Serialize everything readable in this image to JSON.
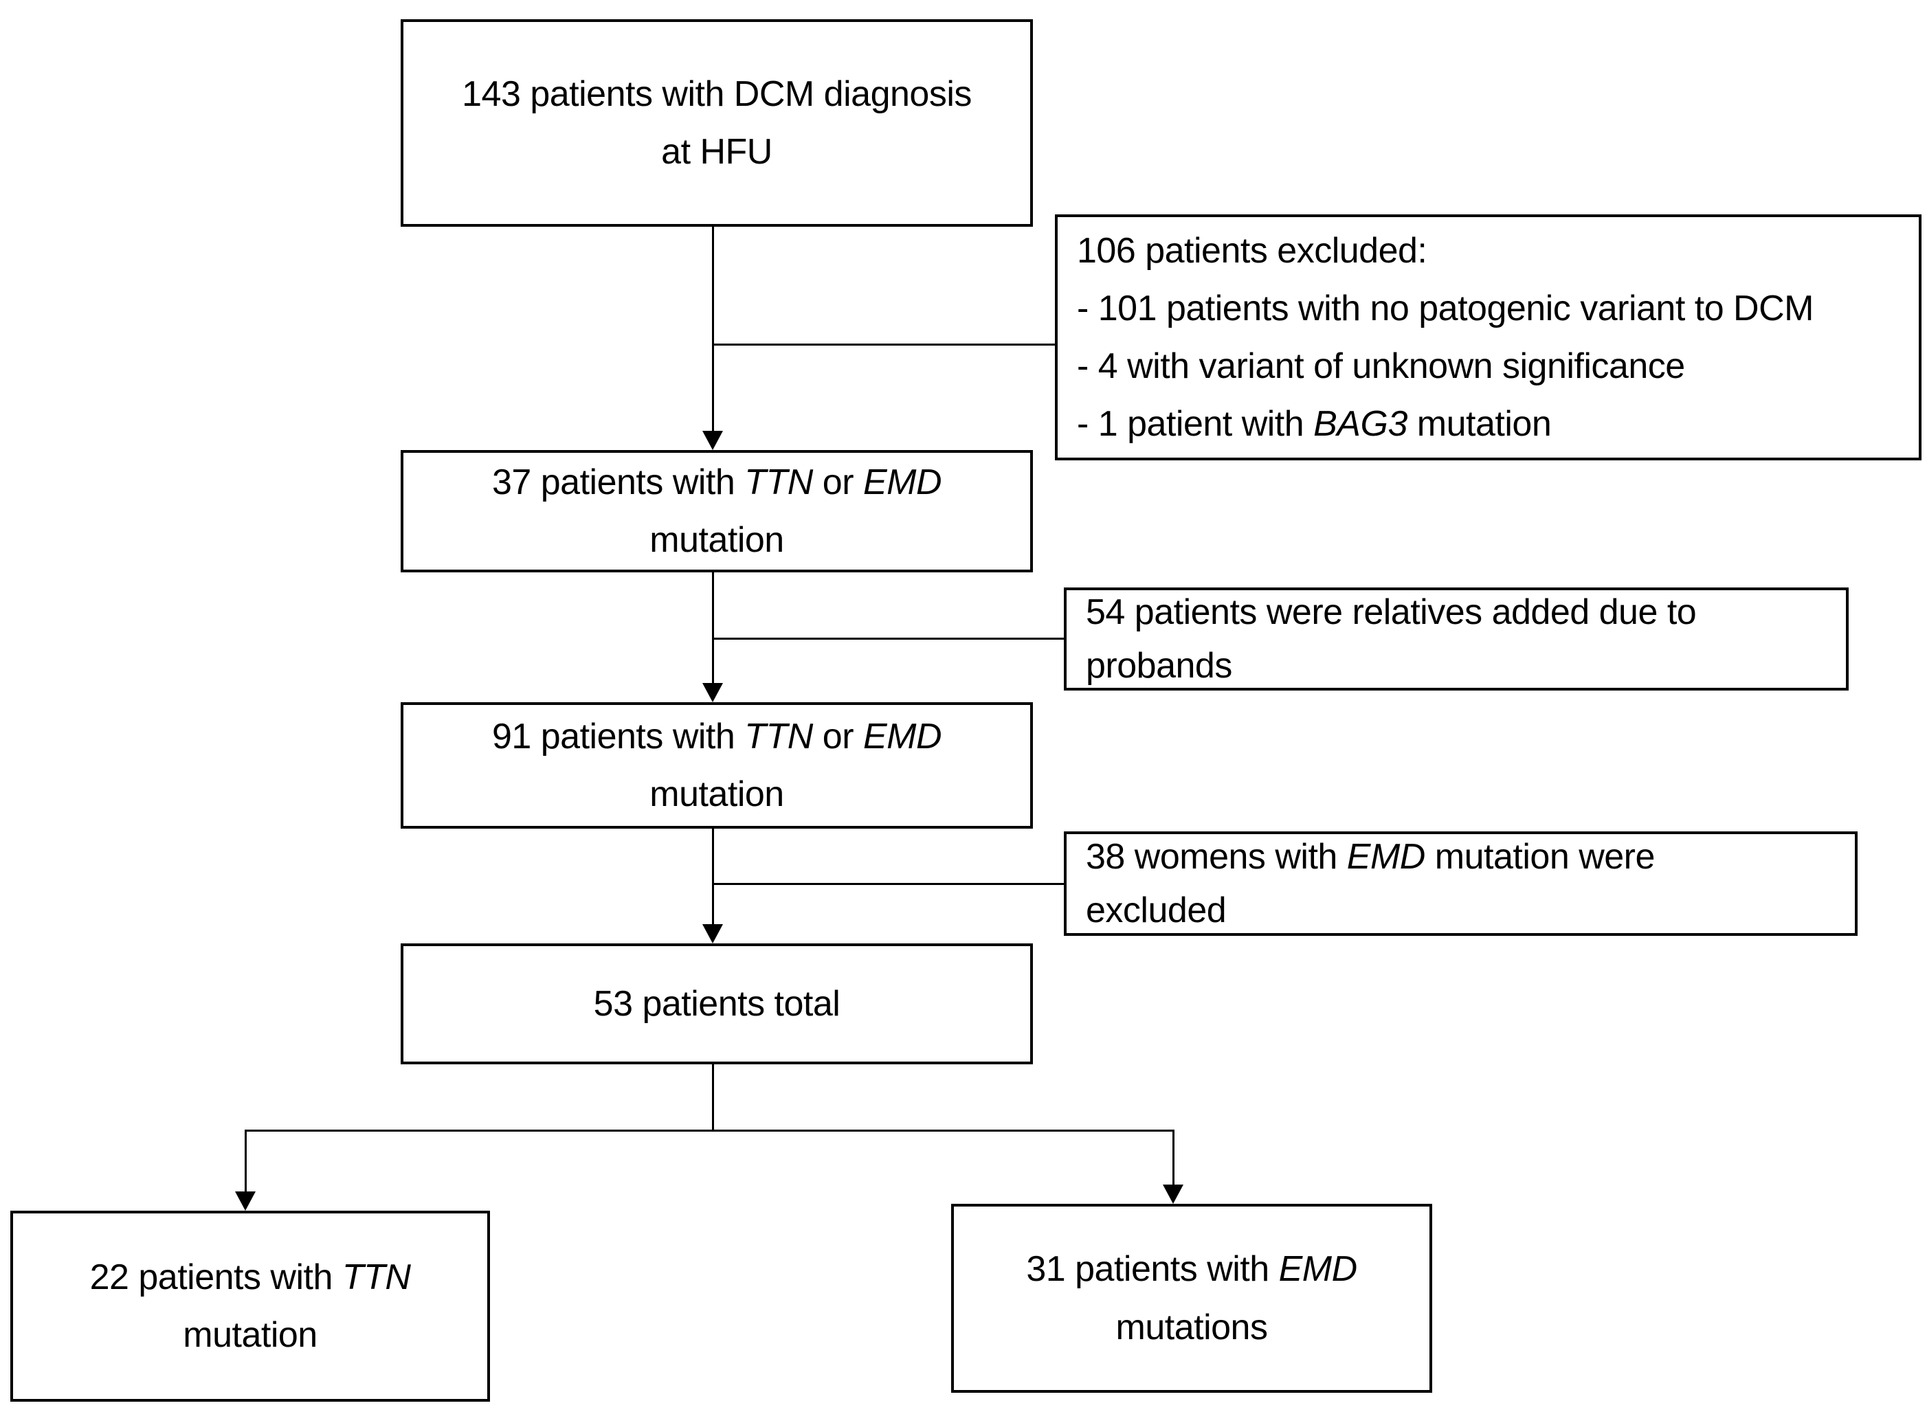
{
  "colors": {
    "line": "#000000",
    "text": "#000000",
    "background": "#ffffff"
  },
  "boxes": {
    "total143": {
      "line1": "143 patients with DCM diagnosis",
      "line2": "at HFU"
    },
    "excluded106": {
      "line1": "106 patients excluded:",
      "line2": "- 101 patients with no patogenic variant to DCM",
      "line3": "- 4 with variant of unknown significance",
      "line4a": "- 1 patient with ",
      "line4_gene": "BAG3",
      "line4b": " mutation"
    },
    "mutation37": {
      "line1a": "37 patients with ",
      "gene1": "TTN",
      "line1b": " or ",
      "gene2": "EMD",
      "line2": "mutation"
    },
    "relatives54": {
      "line1": "54 patients were relatives added due to",
      "line2": "probands"
    },
    "mutation91": {
      "line1a": "91 patients with ",
      "gene1": "TTN",
      "line1b": " or ",
      "gene2": "EMD",
      "line2": "mutation"
    },
    "womens38": {
      "line1a": "38 womens with ",
      "gene": "EMD",
      "line1b": " mutation were",
      "line2": "excluded"
    },
    "total53": {
      "line1": "53 patients total"
    },
    "ttn22": {
      "line1a": "22 patients with ",
      "gene": "TTN",
      "line2": "mutation"
    },
    "emd31": {
      "line1a": "31 patients with ",
      "gene": "EMD",
      "line2": "mutations"
    }
  }
}
